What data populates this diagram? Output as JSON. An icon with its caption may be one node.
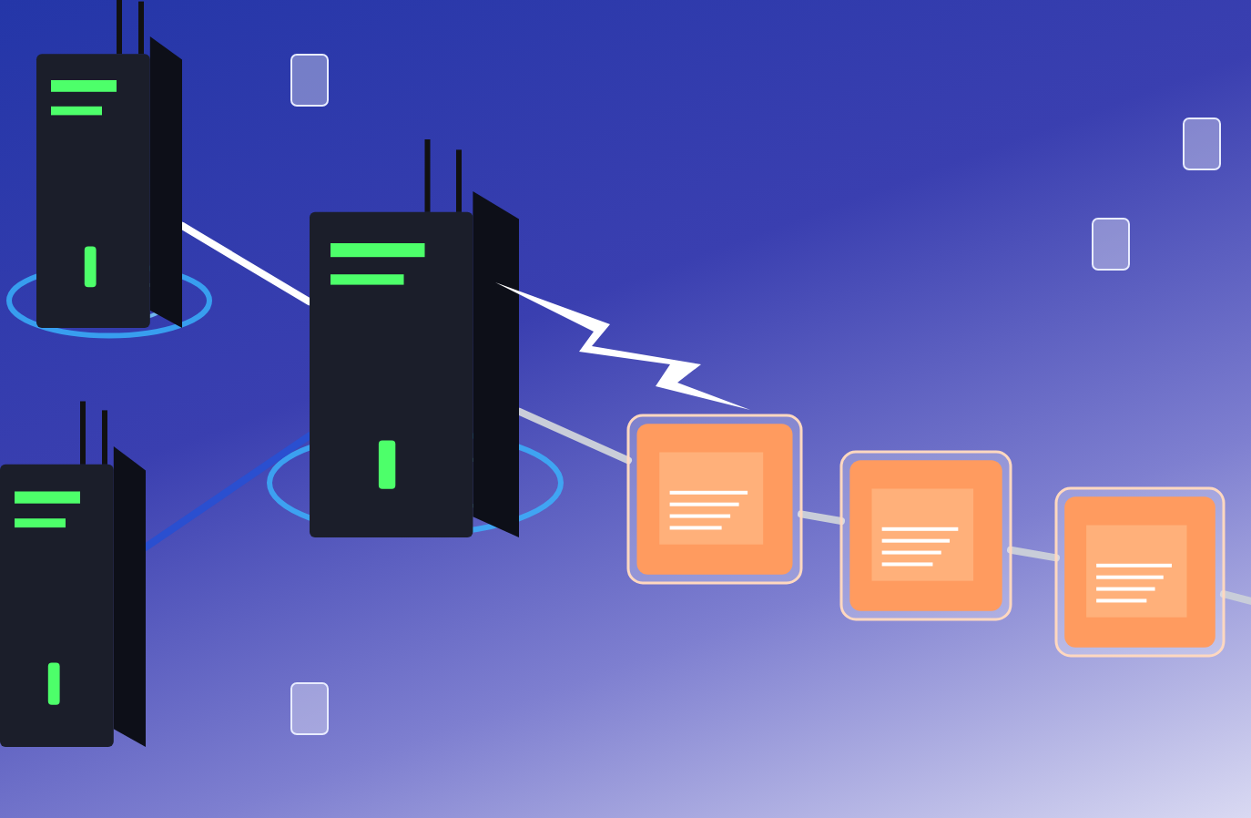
{
  "diagram": {
    "nodes": [
      {
        "text": [],
        "shape": "picture"
      },
      {
        "text": [],
        "shape": "picture"
      },
      {
        "text": [],
        "shape": "picture"
      },
      {
        "text": [],
        "shape": "picture"
      },
      {
        "text": [],
        "shape": "picture"
      },
      {
        "text": [],
        "shape": "picture"
      }
    ],
    "edges": [
      {
        "from": 0,
        "to": 1,
        "arrow": "none",
        "color": "#ffffff"
      },
      {
        "from": 2,
        "to": 1,
        "arrow": "none",
        "color": "#2a4fd0"
      },
      {
        "from": 1,
        "to": 3,
        "arrow": "none"
      },
      {
        "from": 3,
        "to": 4,
        "arrow": "none"
      },
      {
        "from": 4,
        "to": 5,
        "arrow": "none"
      },
      {
        "from": 5,
        "to": null,
        "arrow": "none"
      }
    ]
  }
}
